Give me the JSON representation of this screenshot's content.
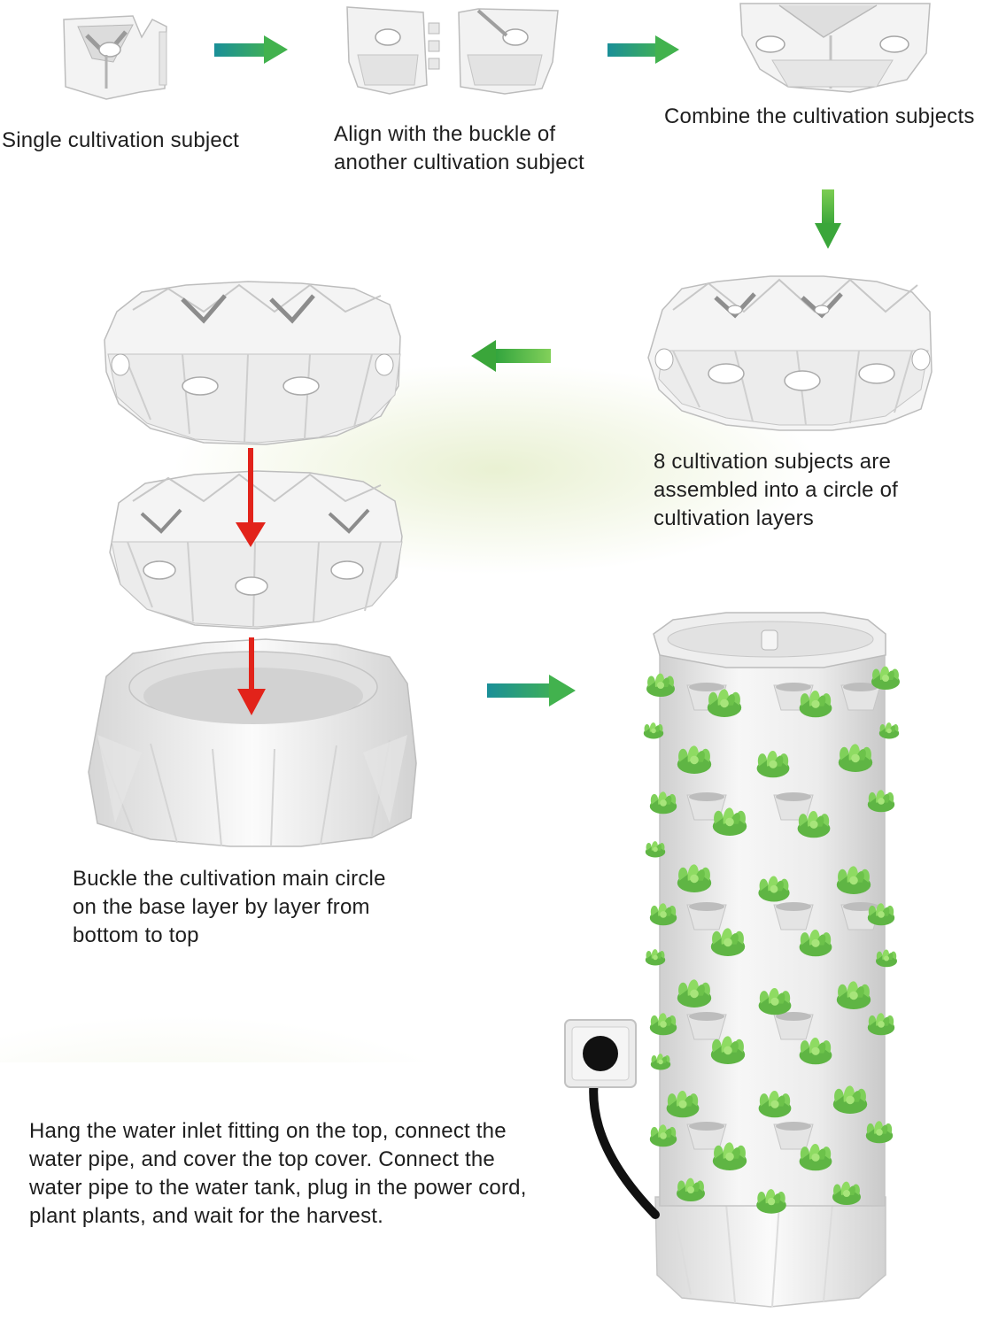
{
  "colors": {
    "teal_arrow": "#1f9a8a",
    "green_arrow": "#4cb848",
    "red_arrow": "#e2231a",
    "plastic": "#f4f4f4",
    "plastic_shade": "#d9d9d9",
    "leaf": "#6cc24a",
    "leaf_dark": "#3f8f2c",
    "outlet": "#e9e9e9",
    "cord": "#111111"
  },
  "steps": [
    {
      "id": "single",
      "caption": "Single cultivation subject",
      "illustration": "single-module"
    },
    {
      "id": "align",
      "caption": "Align with the buckle of\nanother cultivation subject",
      "illustration": "two-modules"
    },
    {
      "id": "combine",
      "caption": "Combine the cultivation subjects",
      "illustration": "joined-modules"
    },
    {
      "id": "eight",
      "caption": "8 cultivation subjects are\nassembled into a circle of\ncultivation layers",
      "illustration": "ring-layer"
    },
    {
      "id": "buckle",
      "caption": "Buckle the cultivation main circle\non the base layer by layer from\nbottom to top",
      "illustration": "stacking-layers"
    },
    {
      "id": "hang",
      "caption": "Hang the water inlet fitting on the top, connect the\nwater pipe, and cover the top cover. Connect the\nwater pipe to the water tank, plug in the power cord,\nplant plants, and wait for the harvest.",
      "illustration": "planted-tower"
    }
  ],
  "icons": {
    "flow_right": "arrow-right-icon",
    "flow_down": "arrow-down-icon",
    "flow_left": "arrow-left-icon",
    "stack_down": "red-arrow-down-icon",
    "plant": "lettuce-icon",
    "outlet": "power-outlet-icon"
  }
}
